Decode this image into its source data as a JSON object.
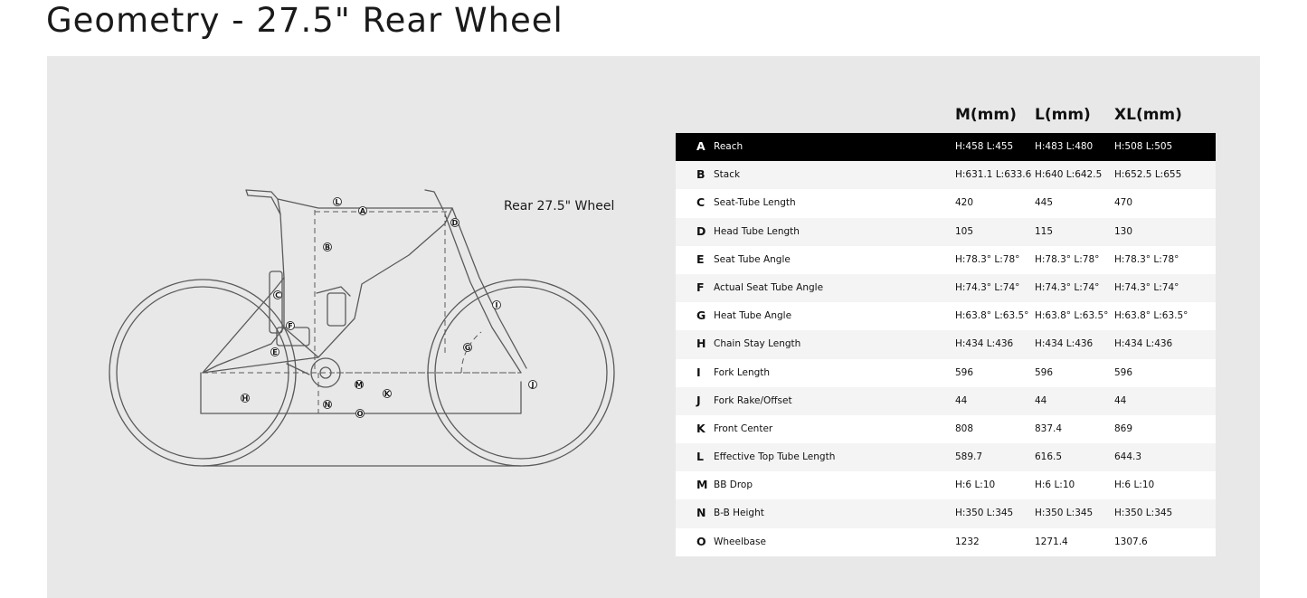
{
  "page": {
    "title": "Geometry - 27.5\" Rear Wheel"
  },
  "diagram": {
    "wheel_label": "Rear 27.5\" Wheel",
    "markers": [
      "A",
      "B",
      "C",
      "D",
      "E",
      "F",
      "G",
      "H",
      "I",
      "J",
      "K",
      "L",
      "M",
      "N",
      "O"
    ]
  },
  "table": {
    "headers": [
      "M(mm)",
      "L(mm)",
      "XL(mm)"
    ],
    "rows": [
      {
        "letter": "A",
        "name": "Reach",
        "m": "H:458 L:455",
        "l": "H:483 L:480",
        "xl": "H:508 L:505"
      },
      {
        "letter": "B",
        "name": "Stack",
        "m": "H:631.1 L:633.6",
        "l": "H:640 L:642.5",
        "xl": "H:652.5 L:655"
      },
      {
        "letter": "C",
        "name": "Seat-Tube Length",
        "m": "420",
        "l": "445",
        "xl": "470"
      },
      {
        "letter": "D",
        "name": "Head Tube Length",
        "m": "105",
        "l": "115",
        "xl": "130"
      },
      {
        "letter": "E",
        "name": "Seat Tube Angle",
        "m": "H:78.3° L:78°",
        "l": "H:78.3° L:78°",
        "xl": "H:78.3° L:78°"
      },
      {
        "letter": "F",
        "name": "Actual Seat Tube Angle",
        "m": "H:74.3° L:74°",
        "l": "H:74.3° L:74°",
        "xl": "H:74.3° L:74°"
      },
      {
        "letter": "G",
        "name": "Heat Tube Angle",
        "m": "H:63.8° L:63.5°",
        "l": "H:63.8° L:63.5°",
        "xl": "H:63.8° L:63.5°"
      },
      {
        "letter": "H",
        "name": "Chain Stay Length",
        "m": "H:434 L:436",
        "l": "H:434 L:436",
        "xl": "H:434 L:436"
      },
      {
        "letter": "I",
        "name": "Fork Length",
        "m": "596",
        "l": "596",
        "xl": "596"
      },
      {
        "letter": "J",
        "name": "Fork Rake/Offset",
        "m": "44",
        "l": "44",
        "xl": "44"
      },
      {
        "letter": "K",
        "name": "Front Center",
        "m": "808",
        "l": "837.4",
        "xl": "869"
      },
      {
        "letter": "L",
        "name": "Effective Top Tube Length",
        "m": "589.7",
        "l": "616.5",
        "xl": "644.3"
      },
      {
        "letter": "M",
        "name": "BB Drop",
        "m": "H:6 L:10",
        "l": "H:6 L:10",
        "xl": "H:6 L:10"
      },
      {
        "letter": "N",
        "name": "B-B Height",
        "m": "H:350 L:345",
        "l": "H:350 L:345",
        "xl": "H:350 L:345"
      },
      {
        "letter": "O",
        "name": "Wheelbase",
        "m": "1232",
        "l": "1271.4",
        "xl": "1307.6"
      }
    ]
  },
  "colors": {
    "panel": "#e8e8e8",
    "active_row": "#000000",
    "line": "#555555"
  }
}
